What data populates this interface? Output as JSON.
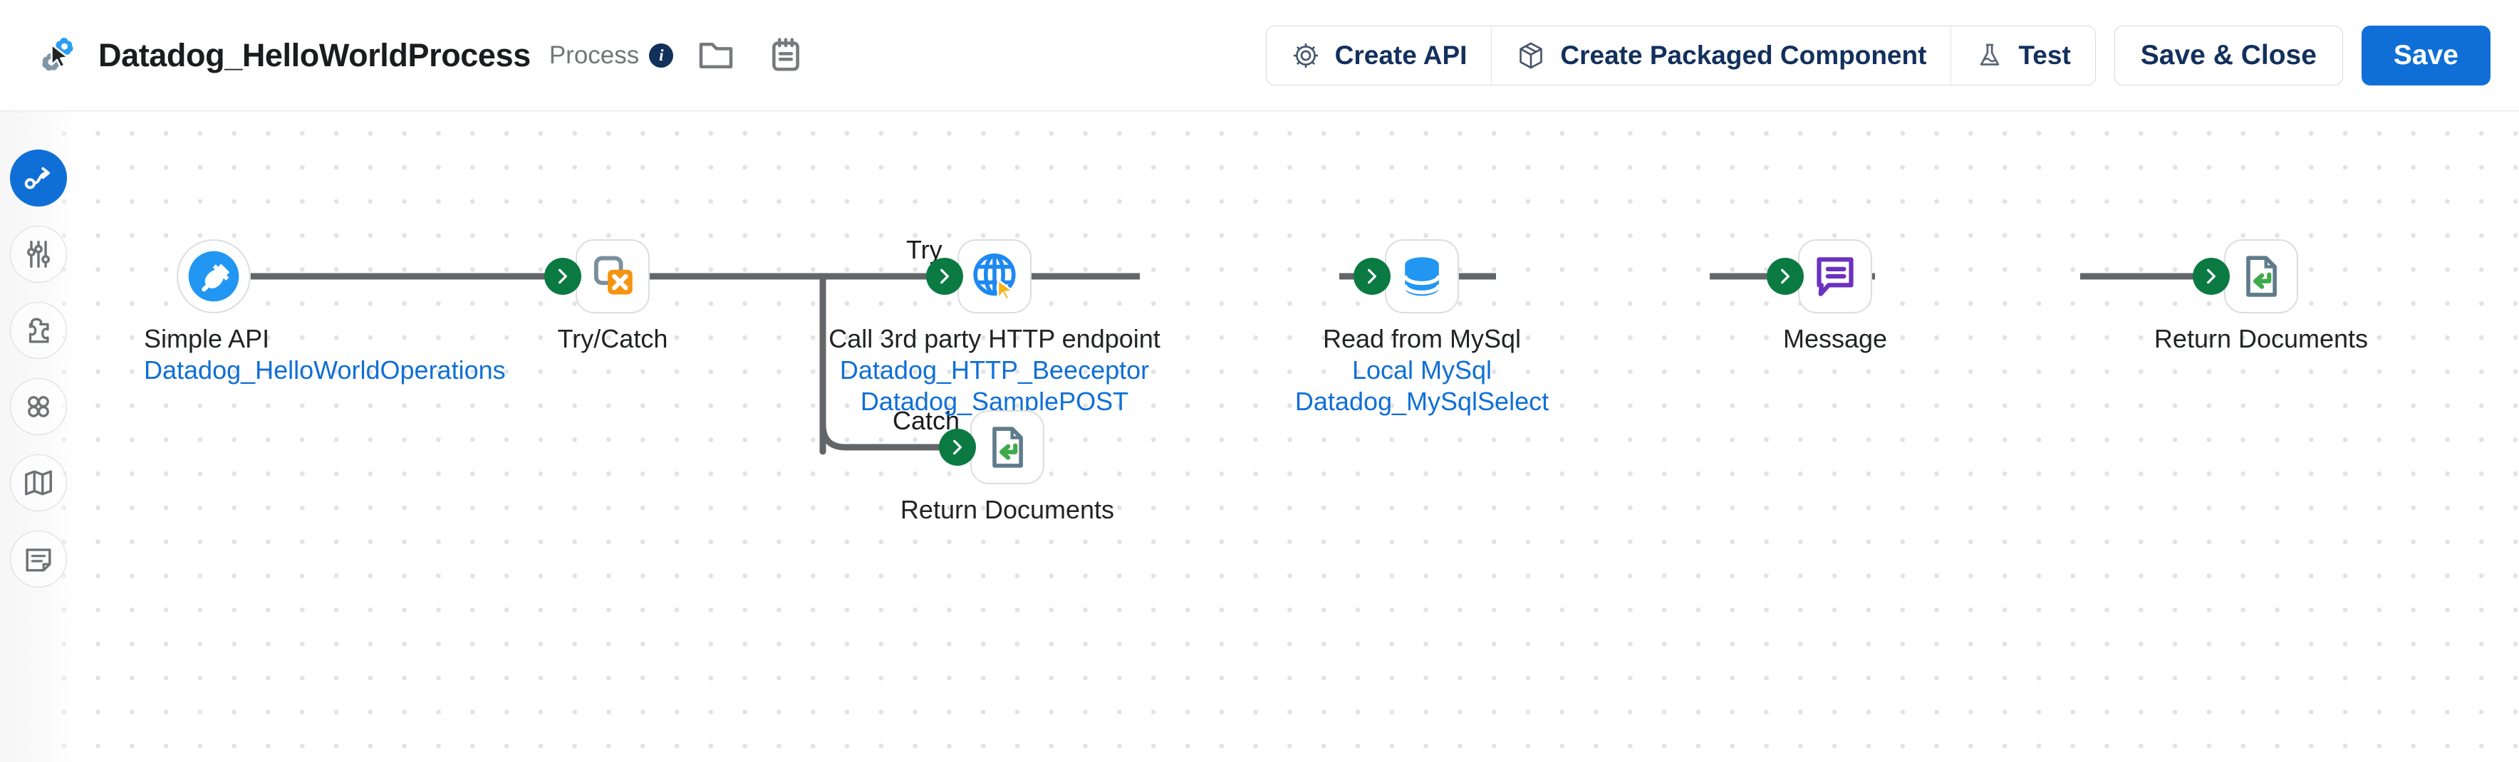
{
  "app": {
    "logo_icon": "boomi-logo-icon",
    "cursor_icon": "mouse-cursor-icon"
  },
  "header": {
    "title": "Datadog_HelloWorldProcess",
    "type_label": "Process",
    "info_badge": "i",
    "icons": [
      {
        "name": "folder-icon",
        "label": "Folder"
      },
      {
        "name": "notepad-icon",
        "label": "Notes"
      }
    ],
    "buttons": {
      "create_api": "Create API",
      "create_api_icon": "gear-icon",
      "create_packaged_component": "Create Packaged Component",
      "create_packaged_component_icon": "package-box-icon",
      "test": "Test",
      "test_icon": "flask-icon",
      "save_and_close": "Save & Close",
      "save": "Save"
    }
  },
  "sidebar": {
    "items": [
      {
        "name": "sidebar-item-flow",
        "icon": "flow-arrow-icon",
        "active": true
      },
      {
        "name": "sidebar-item-properties",
        "icon": "sliders-icon",
        "active": false
      },
      {
        "name": "sidebar-item-extensions",
        "icon": "puzzle-icon",
        "active": false
      },
      {
        "name": "sidebar-item-components",
        "icon": "four-circles-icon",
        "active": false
      },
      {
        "name": "sidebar-item-map",
        "icon": "map-icon",
        "active": false
      },
      {
        "name": "sidebar-item-notes",
        "icon": "document-note-icon",
        "active": false
      }
    ]
  },
  "colors": {
    "accent_blue": "#0f6fd6",
    "navy": "#12305c",
    "green": "#0b7a42",
    "orange": "#f59410",
    "purple": "#6b31bf",
    "slate": "#5f7c8c",
    "wire": "#636668",
    "link": "#0f6fd6"
  },
  "canvas": {
    "branch_labels": {
      "try": "Try",
      "catch": "Catch"
    },
    "nodes": [
      {
        "name": "node-simple-api",
        "icon": "plug-icon",
        "shape": "round",
        "title": "Simple API",
        "subtitles": [
          "Datadog_HelloWorldOperations"
        ],
        "has_arrow_chip": false
      },
      {
        "name": "node-try-catch",
        "icon": "try-catch-icon",
        "shape": "rounded",
        "title": "Try/Catch",
        "subtitles": [],
        "has_arrow_chip": true
      },
      {
        "name": "node-http-endpoint",
        "icon": "globe-cursor-icon",
        "shape": "rounded",
        "title": "Call 3rd party HTTP endpoint",
        "subtitles": [
          "Datadog_HTTP_Beeceptor",
          "Datadog_SamplePOST"
        ],
        "has_arrow_chip": true
      },
      {
        "name": "node-read-mysql",
        "icon": "database-icon",
        "shape": "rounded",
        "title": "Read from MySql",
        "subtitles": [
          "Local MySql",
          "Datadog_MySqlSelect"
        ],
        "has_arrow_chip": true
      },
      {
        "name": "node-message",
        "icon": "message-bubble-icon",
        "shape": "rounded",
        "title": "Message",
        "subtitles": [],
        "has_arrow_chip": true
      },
      {
        "name": "node-return-documents-main",
        "icon": "return-document-icon",
        "shape": "rounded",
        "title": "Return Documents",
        "subtitles": [],
        "has_arrow_chip": true
      },
      {
        "name": "node-return-documents-catch",
        "icon": "return-document-icon",
        "shape": "rounded",
        "title": "Return Documents",
        "subtitles": [],
        "has_arrow_chip": true
      }
    ]
  }
}
